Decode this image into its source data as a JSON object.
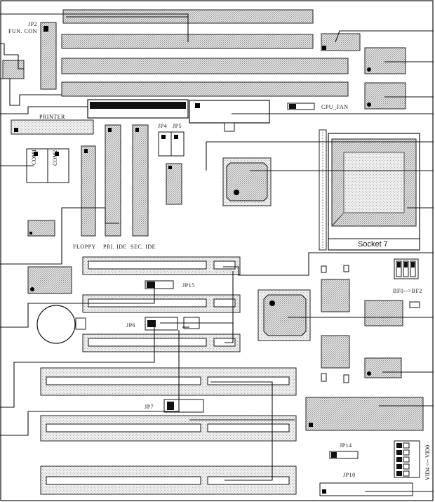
{
  "labels": {
    "jp2": "JP2",
    "fun_con": "FUN. CON",
    "printer": "PRINTER",
    "com1": "COM1",
    "com2": "COM2",
    "jp4": "JP4",
    "jp5": "JP5",
    "cpu_fan": "CPU_FAN",
    "floppy": "FLOPPY",
    "pri_ide": "PRI. IDE",
    "sec_ide": "SEC. IDE",
    "socket7": "Socket 7",
    "bf": "BF0-->BF2",
    "jp15": "JP15",
    "jp6": "JP6",
    "jp7": "JP7",
    "jp14": "JP14",
    "jp10": "JP10",
    "vid": "VID4 <-- VID0"
  },
  "colors": {
    "line": "#111111",
    "dither": "#c8c8c8",
    "pin": "#000000"
  }
}
